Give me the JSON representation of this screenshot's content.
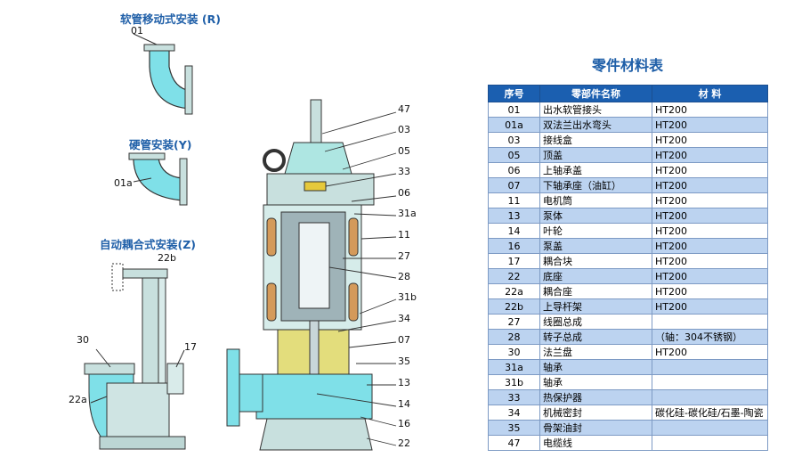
{
  "left_headings": {
    "soft": "软管移动式安装 (R)",
    "hard": "硬管安装(Y)",
    "auto": "自动耦合式安装(Z)"
  },
  "left_labels": [
    "01",
    "01a",
    "22b",
    "30",
    "17",
    "22a"
  ],
  "pump_labels": [
    "47",
    "03",
    "05",
    "33",
    "06",
    "31a",
    "11",
    "27",
    "28",
    "31b",
    "34",
    "07",
    "35",
    "13",
    "14",
    "16",
    "22"
  ],
  "colors": {
    "water": "#7fe0e8",
    "body": "#c8e0de",
    "accent": "#1f5fa8",
    "header": "#1b5fb0",
    "row_alt": "#bcd3f0"
  },
  "table": {
    "title": "零件材料表",
    "headers": [
      "序号",
      "零部件名称",
      "材  料"
    ],
    "rows": [
      [
        "01",
        "出水软管接头",
        "HT200"
      ],
      [
        "01a",
        "双法兰出水弯头",
        "HT200"
      ],
      [
        "03",
        "接线盒",
        "HT200"
      ],
      [
        "05",
        "顶盖",
        "HT200"
      ],
      [
        "06",
        "上轴承盖",
        "HT200"
      ],
      [
        "07",
        "下轴承座（油缸）",
        "HT200"
      ],
      [
        "11",
        "电机筒",
        "HT200"
      ],
      [
        "13",
        "泵体",
        "HT200"
      ],
      [
        "14",
        "叶轮",
        "HT200"
      ],
      [
        "16",
        "泵盖",
        "HT200"
      ],
      [
        "17",
        "耦合块",
        "HT200"
      ],
      [
        "22",
        "底座",
        "HT200"
      ],
      [
        "22a",
        "耦合座",
        "HT200"
      ],
      [
        "22b",
        "上导杆架",
        "HT200"
      ],
      [
        "27",
        "线圈总成",
        ""
      ],
      [
        "28",
        "转子总成",
        "（轴：304不锈钢）"
      ],
      [
        "30",
        "法兰盘",
        "HT200"
      ],
      [
        "31a",
        "轴承",
        ""
      ],
      [
        "31b",
        "轴承",
        ""
      ],
      [
        "33",
        "热保护器",
        ""
      ],
      [
        "34",
        "机械密封",
        "碳化硅-碳化硅/石墨-陶瓷"
      ],
      [
        "35",
        "骨架油封",
        ""
      ],
      [
        "47",
        "电缆线",
        ""
      ]
    ]
  }
}
